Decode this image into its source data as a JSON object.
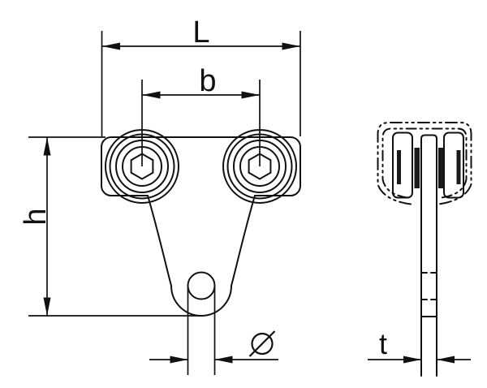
{
  "drawing": {
    "background": "#ffffff",
    "line_color": "#111111",
    "labels": {
      "overall_width": "L",
      "roller_spacing": "b",
      "height": "h",
      "hole_diameter_symbol": "⌀",
      "bar_thickness": "t"
    }
  }
}
